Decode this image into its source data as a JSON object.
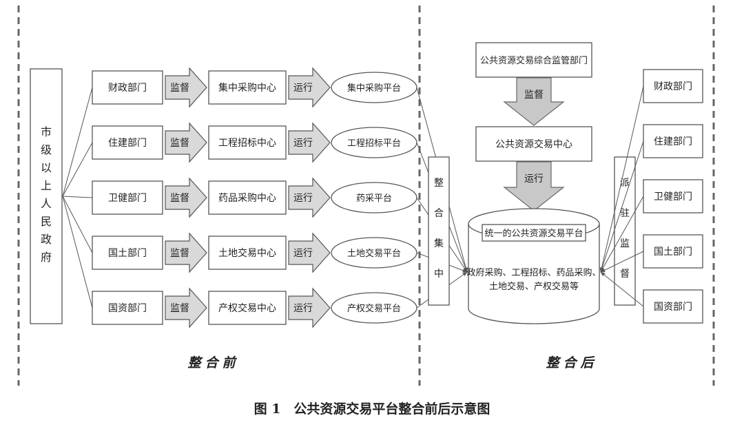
{
  "government": {
    "label": "市级以上人民政府"
  },
  "before": {
    "rows": [
      {
        "dept": "财政部门",
        "supervise": "监督",
        "center": "集中采购中心",
        "operate": "运行",
        "platform": "集中采购平台"
      },
      {
        "dept": "住建部门",
        "supervise": "监督",
        "center": "工程招标中心",
        "operate": "运行",
        "platform": "工程招标平台"
      },
      {
        "dept": "卫健部门",
        "supervise": "监督",
        "center": "药品采购中心",
        "operate": "运行",
        "platform": "药采平台"
      },
      {
        "dept": "国土部门",
        "supervise": "监督",
        "center": "土地交易中心",
        "operate": "运行",
        "platform": "土地交易平台"
      },
      {
        "dept": "国资部门",
        "supervise": "监督",
        "center": "产权交易中心",
        "operate": "运行",
        "platform": "产权交易平台"
      }
    ],
    "title": "整合前"
  },
  "integration": {
    "label": "整合集中"
  },
  "after": {
    "supervisor": "公共资源交易综合监管部门",
    "supervise_label": "监督",
    "center": "公共资源交易中心",
    "operate_label": "运行",
    "platform_title": "统一的公共资源交易平台",
    "platform_line1": "政府采购、工程招标、药品采购、",
    "platform_line2": "土地交易、产权交易等",
    "dispatch": "派驻监督",
    "depts": [
      "财政部门",
      "住建部门",
      "卫健部门",
      "国土部门",
      "国资部门"
    ],
    "title": "整合后"
  },
  "caption": "图 1　公共资源交易平台整合前后示意图"
}
